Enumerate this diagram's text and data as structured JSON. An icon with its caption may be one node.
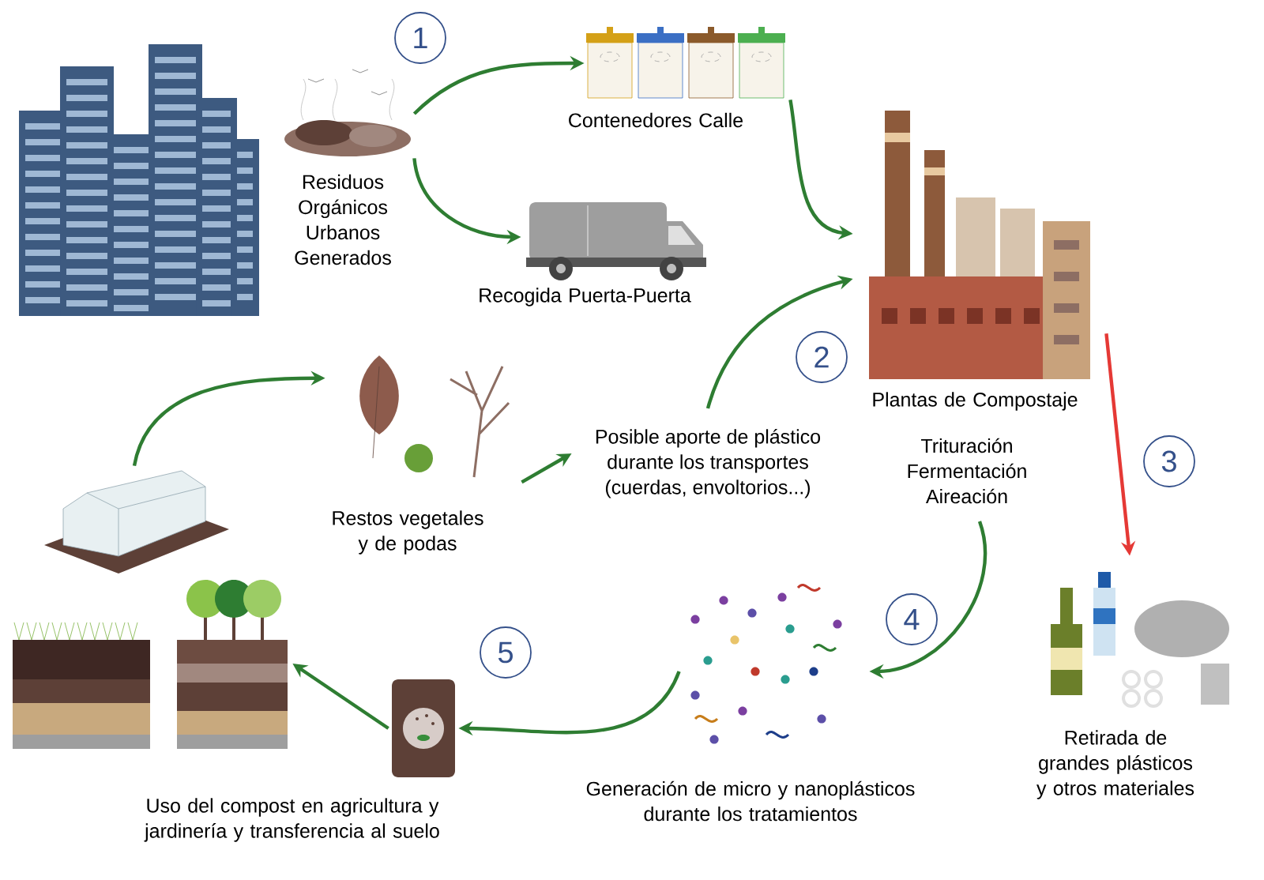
{
  "diagram": {
    "nodes": [
      {
        "text": [
          "Residuos Orgánicos Urbanos Generados"
        ]
      },
      {
        "text": [
          "Contenedores Calle"
        ]
      },
      {
        "text": [
          "Recogida Puerta-Puerta"
        ]
      },
      {
        "text": [
          "Plantas de Compostaje",
          "Trituración Fermentación Aireación"
        ]
      },
      {
        "text": [
          "Retirada de grandes plásticos y otros materiales"
        ]
      },
      {
        "text": [
          "Generación de micro y nanoplásticos durante los tratamientos"
        ]
      },
      {
        "text": [],
        "shape": "picture"
      },
      {
        "text": [
          "Uso del compost en agricultura y jardinería y transferencia al suelo"
        ]
      },
      {
        "text": [],
        "shape": "picture"
      },
      {
        "text": [
          "Restos vegetales y de podas"
        ]
      },
      {
        "text": [
          "Posible aporte de plástico durante los transportes (cuerdas, envoltorios...)"
        ]
      },
      {
        "text": [
          "1"
        ]
      },
      {
        "text": [
          "2"
        ]
      },
      {
        "text": [
          "3"
        ]
      },
      {
        "text": [
          "4"
        ]
      },
      {
        "text": [
          "5"
        ]
      }
    ],
    "edges": [
      {
        "from": 0,
        "to": 1,
        "arrow": "to"
      },
      {
        "from": 0,
        "to": 2,
        "arrow": "to"
      },
      {
        "from": 1,
        "to": 3,
        "arrow": "to"
      },
      {
        "from": 3,
        "to": 4,
        "arrow": "to",
        "color": "#e53935"
      },
      {
        "from": 3,
        "to": 5,
        "arrow": "to"
      },
      {
        "from": 5,
        "to": 6,
        "arrow": "to"
      },
      {
        "from": 6,
        "to": 7,
        "arrow": "to"
      },
      {
        "from": 8,
        "to": 9,
        "arrow": "to"
      },
      {
        "from": 9,
        "to": 10,
        "arrow": "to"
      },
      {
        "from": 10,
        "to": 3,
        "arrow": "to"
      }
    ]
  }
}
